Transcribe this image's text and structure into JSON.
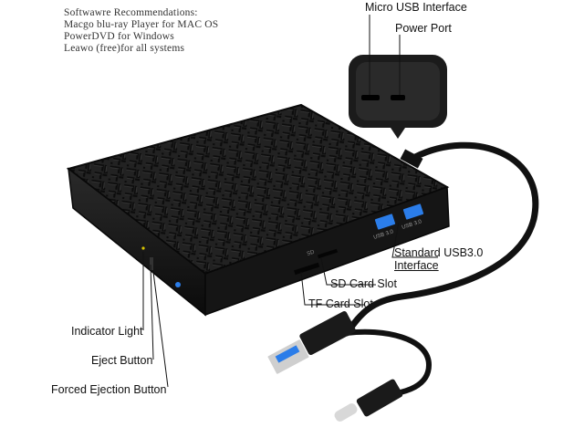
{
  "recommendations": {
    "heading": "Softwawre Recommendations:",
    "lines": [
      "Macgo blu-ray Player for MAC OS",
      "PowerDVD for Windows",
      "Leawo (free)for all systems"
    ]
  },
  "callouts": {
    "micro_usb": "Micro USB Interface",
    "power_port": "Power Port",
    "usb3_line1": "Standard USB3.0",
    "usb3_line2": "Interface",
    "sd_slot": "SD Card Slot",
    "tf_slot": "TF Card Slot",
    "indicator": "Indicator Light",
    "eject": "Eject Button",
    "forced_eject": "Forced Ejection Button"
  },
  "device": {
    "port_labels": [
      "USB 3.0",
      "USB 3.0"
    ],
    "sd_mark": "SD",
    "colors": {
      "body": "#1a1a1a",
      "usb_blue": "#2b7de9",
      "cable": "#111111"
    }
  }
}
